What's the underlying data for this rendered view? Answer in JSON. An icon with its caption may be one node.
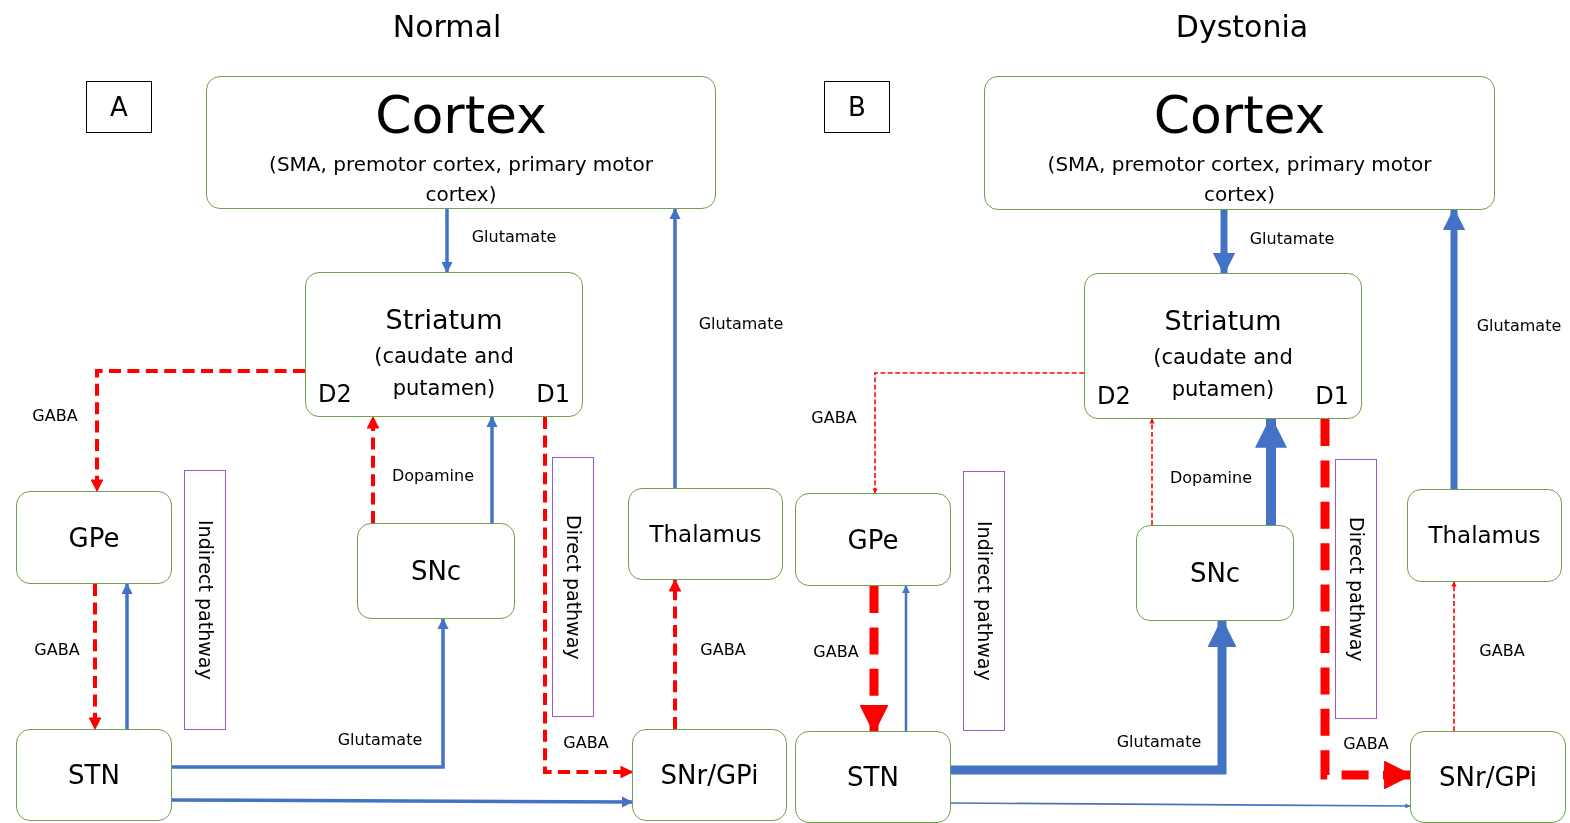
{
  "diagram": {
    "nodes": [
      {
        "text": [
          "A"
        ]
      },
      {
        "text": [
          "Cortex",
          "(SMA, premotor cortex, primary motor cortex)"
        ]
      },
      {
        "text": [
          "Striatum",
          "D2",
          "(caudate and putamen)",
          "D1"
        ]
      },
      {
        "text": [
          "GPe"
        ]
      },
      {
        "text": [
          "Indirect pathway"
        ]
      },
      {
        "text": [
          "SNc"
        ]
      },
      {
        "text": [
          "Direct pathway"
        ]
      },
      {
        "text": [
          "Thalamus"
        ]
      },
      {
        "text": [
          "STN"
        ]
      },
      {
        "text": [
          "SNr/GPi"
        ]
      },
      {
        "text": [
          "B"
        ]
      },
      {
        "text": [
          "Cortex",
          "(SMA, premotor cortex, primary motor cortex)"
        ]
      },
      {
        "text": [
          "Striatum",
          "D2",
          "(caudate and putamen)",
          "D1"
        ]
      },
      {
        "text": [
          "GPe"
        ]
      },
      {
        "text": [
          "Indirect pathway"
        ]
      },
      {
        "text": [
          "SNc"
        ]
      },
      {
        "text": [
          "Direct pathway"
        ]
      },
      {
        "text": [
          "Thalamus"
        ]
      },
      {
        "text": [
          "STN"
        ]
      },
      {
        "text": [
          "SNr/GPi"
        ]
      }
    ],
    "edges": [
      {
        "from": 1,
        "to": 2,
        "arrow": "to",
        "label": "Glutamate"
      },
      {
        "from": 7,
        "to": 1,
        "arrow": "to",
        "label": "Glutamate"
      },
      {
        "from": 2,
        "to": 3,
        "arrow": "to",
        "label": "GABA",
        "style": "dashed",
        "color": "#ff0000"
      },
      {
        "from": 3,
        "to": 8,
        "arrow": "to",
        "label": "GABA",
        "style": "dashed",
        "color": "#ff0000"
      },
      {
        "from": 8,
        "to": 3,
        "arrow": "to"
      },
      {
        "from": 5,
        "to": 2,
        "arrow": "to",
        "label": "Dopamine",
        "style": "dashed",
        "color": "#ff0000"
      },
      {
        "from": 5,
        "to": 2,
        "arrow": "to"
      },
      {
        "from": 8,
        "to": 5,
        "arrow": "to",
        "label": "Glutamate"
      },
      {
        "from": 2,
        "to": 9,
        "arrow": "to",
        "label": "GABA",
        "style": "dashed",
        "color": "#ff0000"
      },
      {
        "from": 9,
        "to": 7,
        "arrow": "to",
        "label": "GABA",
        "style": "dashed",
        "color": "#ff0000"
      },
      {
        "from": 8,
        "to": 9,
        "arrow": "to"
      },
      {
        "from": 11,
        "to": 12,
        "arrow": "to",
        "label": "Glutamate",
        "style": "thick"
      },
      {
        "from": 17,
        "to": 11,
        "arrow": "to",
        "label": "Glutamate",
        "style": "thick"
      },
      {
        "from": 12,
        "to": 13,
        "arrow": "to",
        "label": "GABA",
        "style": "dashed",
        "color": "#ff0000"
      },
      {
        "from": 13,
        "to": 18,
        "arrow": "to",
        "label": "GABA",
        "style": "dashed",
        "color": "#ff0000"
      },
      {
        "from": 18,
        "to": 13,
        "arrow": "to"
      },
      {
        "from": 15,
        "to": 12,
        "arrow": "to",
        "label": "Dopamine",
        "style": "dashed",
        "color": "#ff0000"
      },
      {
        "from": 15,
        "to": 12,
        "arrow": "to",
        "style": "thick"
      },
      {
        "from": 18,
        "to": 15,
        "arrow": "to",
        "label": "Glutamate",
        "style": "thick"
      },
      {
        "from": 12,
        "to": 19,
        "arrow": "to",
        "label": "GABA",
        "style": "dashed",
        "color": "#ff0000"
      },
      {
        "from": 19,
        "to": 17,
        "arrow": "to",
        "label": "GABA",
        "style": "dashed",
        "color": "#ff0000"
      },
      {
        "from": 18,
        "to": 19,
        "arrow": "to"
      }
    ],
    "labels": [
      "Normal",
      "Dystonia"
    ]
  }
}
